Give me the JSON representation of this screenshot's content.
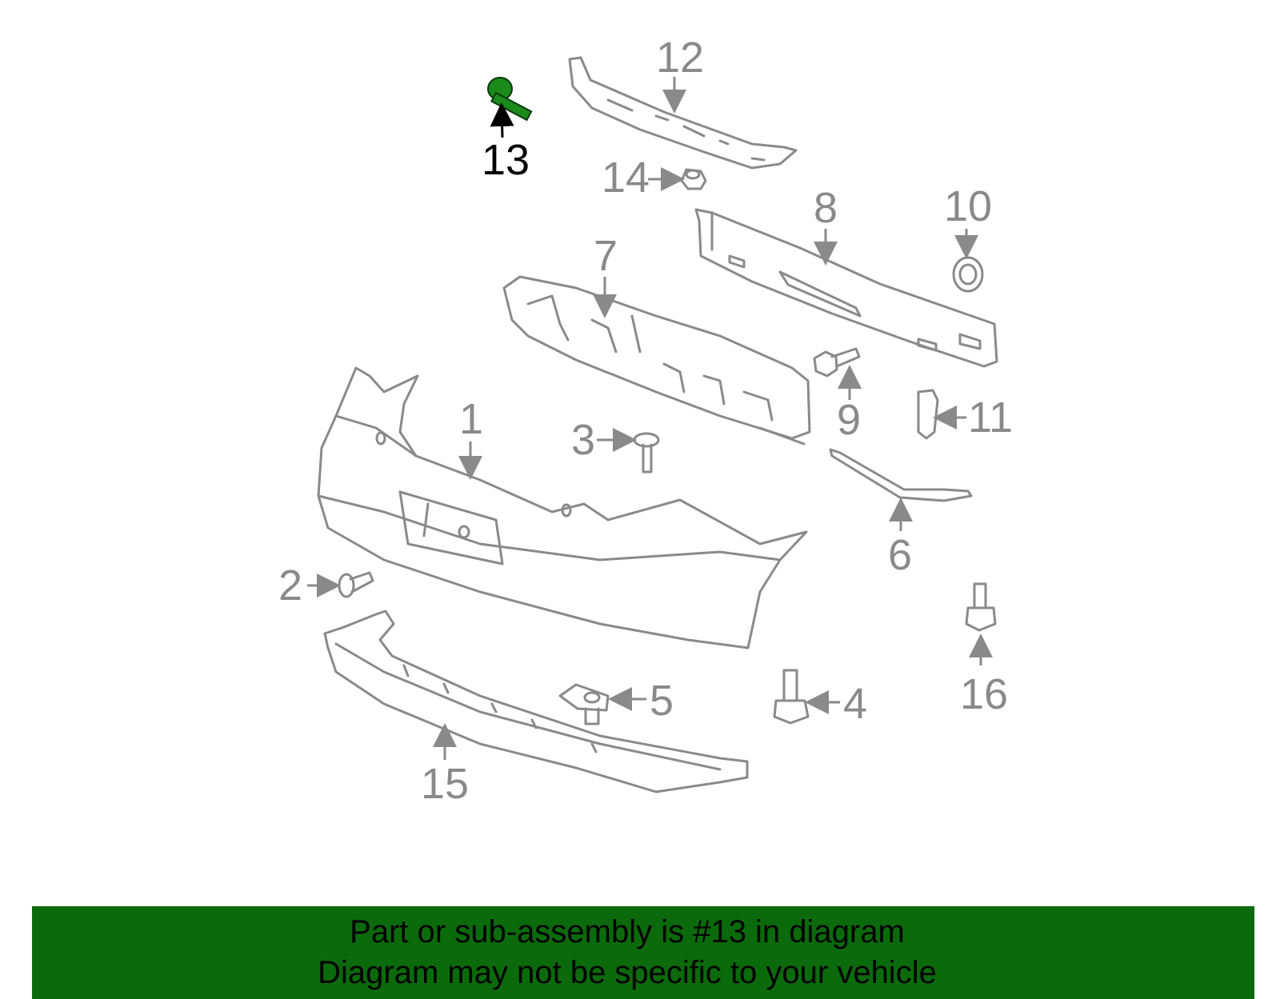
{
  "diagram": {
    "highlight_color": "#1a8a1a",
    "part_color": "#8a8a8a",
    "highlighted_part": "13",
    "callouts": [
      "1",
      "2",
      "3",
      "4",
      "5",
      "6",
      "7",
      "8",
      "9",
      "10",
      "11",
      "12",
      "13",
      "14",
      "15",
      "16"
    ]
  },
  "banner": {
    "background": "#0b6a0b",
    "line1": "Part or sub-assembly is #13 in diagram",
    "line2": "Diagram may not be specific to your vehicle"
  }
}
